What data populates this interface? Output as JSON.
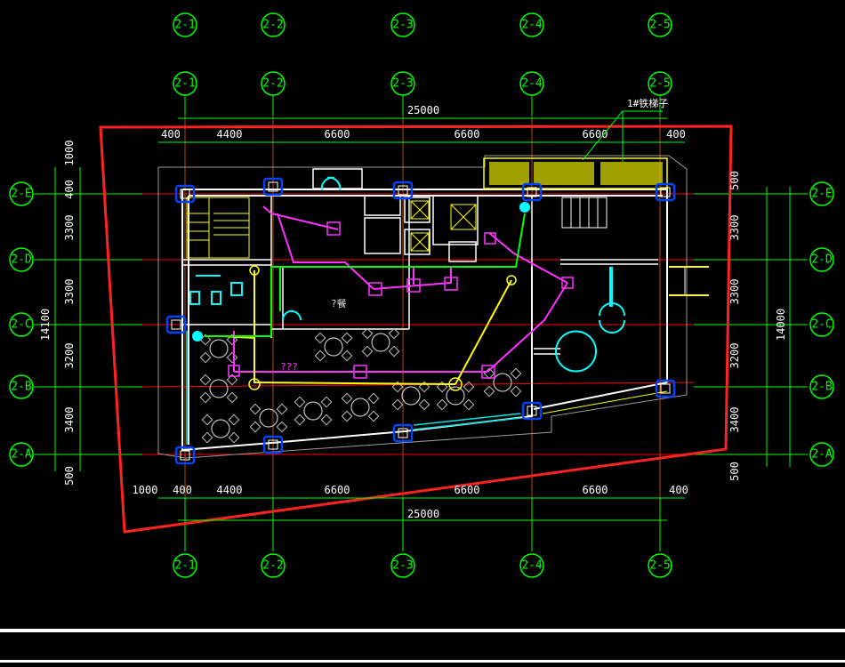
{
  "grid": {
    "columns": [
      "2-1",
      "2-2",
      "2-3",
      "2-4",
      "2-5"
    ],
    "rows": [
      "2-E",
      "2-D",
      "2-C",
      "2-B",
      "2-A"
    ]
  },
  "dimensions": {
    "top_total": "25000",
    "bottom_total": "25000",
    "top_spans": [
      "400",
      "4400",
      "6600",
      "6600",
      "6600",
      "400"
    ],
    "bottom_spans": [
      "1000",
      "400",
      "4400",
      "6600",
      "6600",
      "6600",
      "400"
    ],
    "left_spans": [
      "1000",
      "400",
      "3300",
      "3300",
      "3200",
      "3400",
      "500"
    ],
    "left_total": "14100",
    "right_spans": [
      "500",
      "3300",
      "3300",
      "3200",
      "3400",
      "500"
    ],
    "right_total": "14000"
  },
  "labels": {
    "callout": "1#铁梯子",
    "room_mark": "?餐",
    "wire_marks": "???"
  },
  "colors": {
    "grid_bubble": "#00ff00",
    "axis_line": "#ff0000",
    "boundary": "#ff2222",
    "wall": "#ffffff",
    "sprinkler_pipe": "#ff33ff",
    "b_pipe": "#ffff00",
    "xh_pipe": "#00ff00",
    "fixtures": "#00ffff",
    "columns": "#0033ff",
    "furniture": "#bfbfbf"
  }
}
